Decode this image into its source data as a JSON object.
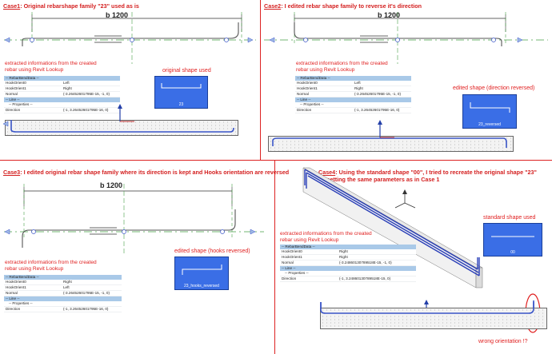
{
  "case1": {
    "title_prefix": "Case1",
    "title_rest": ": Original rebarshape family \"23\" used as is",
    "dim_label": "b 1200",
    "info_label": "extracted informations from the created rebar using Revit Lookup",
    "shape_label": "original shape used",
    "thumb_caption": "23",
    "lookup": {
      "header1": "-- RebarBendData --",
      "hook0_key": "HookOrient0",
      "hook0_val": "Left",
      "hook1_key": "HookOrient1",
      "hook1_val": "Right",
      "normal_key": "Normal",
      "normal_val": "(-3.26452601795E-15, -1, 0)",
      "header2": "-- Line --",
      "props": "-- Properties --",
      "dir_key": "Direction",
      "dir_val": "(-1, 3.26452601795E-16, 0)"
    }
  },
  "case2": {
    "title_prefix": "Case2",
    "title_rest": ": I edited rebar shape family to reverse it's direction",
    "dim_label": "b 1200",
    "info_label": "extracted informations from the created rebar using Revit Lookup",
    "shape_label": "edited shape (direction reversed)",
    "thumb_caption": "23_reversed",
    "lookup": {
      "header1": "-- RebarBendData --",
      "hook0_key": "HookOrient0",
      "hook0_val": "Left",
      "hook1_key": "HookOrient1",
      "hook1_val": "Right",
      "normal_key": "Normal",
      "normal_val": "(-3.26452601795E-15, -1, 0)",
      "header2": "-- Line --",
      "props": "-- Properties --",
      "dir_key": "Direction",
      "dir_val": "(-1, 3.26452601795E-16, 0)"
    }
  },
  "case3": {
    "title_prefix": "Case3",
    "title_rest": ": I edited original rebar shape family where its direction is kept and Hooks orientation are reversed",
    "dim_label": "b 1200",
    "info_label": "extracted informations from the created rebar using Revit Lookup",
    "shape_label": "edited shape (hooks reversed)",
    "thumb_caption": "23_hooks_reversed",
    "lookup": {
      "header1": "-- RebarBendData --",
      "hook0_key": "HookOrient0",
      "hook0_val": "Right",
      "hook1_key": "HookOrient1",
      "hook1_val": "Left",
      "normal_key": "Normal",
      "normal_val": "(-3.26452601795E-15, -1, 0)",
      "header2": "-- Line --",
      "props": "-- Properties --",
      "dir_key": "Direction",
      "dir_val": "(-1, 3.26452601795E-16, 0)"
    }
  },
  "case4": {
    "title_prefix": "Case4",
    "title_rest": ": Using the standard shape \"00\", I tried to recreate the original shape \"23\" by setting the same parameters as in Case 1",
    "info_label": "extracted informations from the created rebar using Revit Lookup",
    "shape_label": "standard shape used",
    "thumb_caption": "00",
    "wrong_label": "wrong orientation !?",
    "lookup": {
      "header1": "-- RebarBendData --",
      "hook0_key": "HookOrient0",
      "hook0_val": "Right",
      "hook1_key": "HookOrient1",
      "hook1_val": "Right",
      "normal_key": "Normal",
      "normal_val": "(-3.24860130789518E-15, -1, 0)",
      "header2": "-- Line --",
      "props": "-- Properties --",
      "dir_key": "Direction",
      "dir_val": "(-1, 3.24860130789518E-15, 0)"
    }
  },
  "colors": {
    "annotation": "#e02020",
    "thumb": "#3a6ee6",
    "header": "#a9c9e8",
    "rebar": "#3a55c8"
  }
}
